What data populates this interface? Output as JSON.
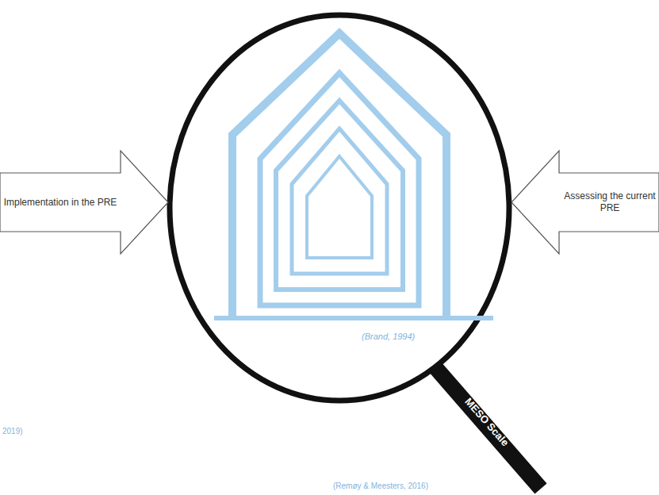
{
  "diagram": {
    "nodes": [
      {
        "text": [
          "Implementation in the PRE"
        ]
      },
      {
        "text": [
          "Assessing the current PRE"
        ]
      }
    ],
    "labels": [
      "(Brand, 1994)",
      "MESO Scale",
      "2019)",
      "(Remøy & Meesters, 2016)"
    ]
  }
}
